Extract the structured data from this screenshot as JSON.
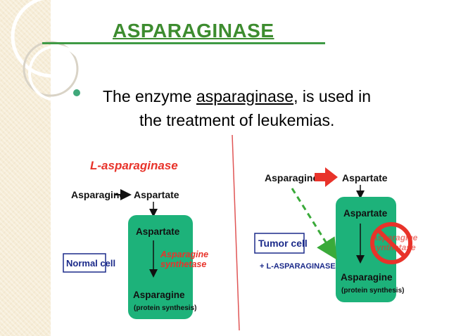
{
  "slide": {
    "title": "ASPARAGINASE",
    "bullet": {
      "before": "The enzyme ",
      "link": "asparaginase",
      "after": ", is used in",
      "line2": "the treatment of leukemias."
    }
  },
  "left_diagram": {
    "enzyme_label": "L-asparaginase",
    "substrate": "Asparagine",
    "product": "Aspartate",
    "cell_top": "Aspartate",
    "synthetase_line1": "Asparagine",
    "synthetase_line2": "synthetase",
    "cell_bottom": "Asparagine",
    "cell_note": "(protein synthesis)",
    "cell_label": "Normal cell"
  },
  "right_diagram": {
    "substrate": "Asparagine",
    "product": "Aspartate",
    "cell_top": "Aspartate",
    "synthetase_line1": "Asparagine",
    "synthetase_line2": "synthetase",
    "cell_bottom": "Asparagine",
    "cell_note": "(protein synthesis)",
    "cell_label": "Tumor cell",
    "treatment": "+ L-ASPARAGINASE"
  },
  "colors": {
    "title": "#3d8c2f",
    "cell_fill": "#1db27a",
    "red": "#e8332a",
    "navy": "#1b2a8a",
    "bullet": "#3fa87a"
  }
}
